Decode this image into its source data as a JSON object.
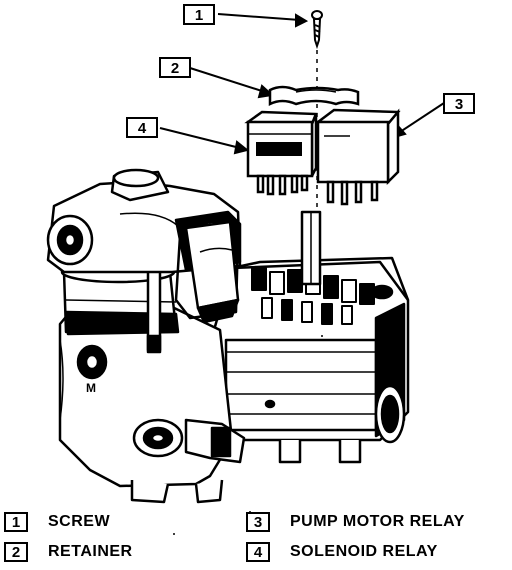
{
  "callouts": [
    {
      "number": "1",
      "label": "SCREW"
    },
    {
      "number": "2",
      "label": "RETAINER"
    },
    {
      "number": "3",
      "label": "PUMP MOTOR RELAY"
    },
    {
      "number": "4",
      "label": "SOLENOID RELAY"
    }
  ],
  "component_marks": {
    "port_letter": "M"
  }
}
